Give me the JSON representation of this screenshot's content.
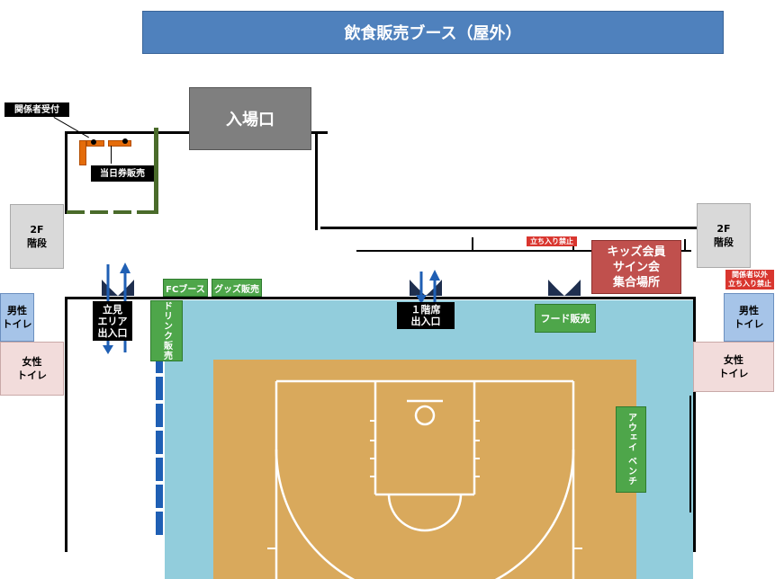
{
  "title": "飲食販売ブース（屋外）",
  "entrance": "入場口",
  "staff_reception": "関係者受付",
  "same_day_tickets": "当日券販売",
  "stairs_left": {
    "line1": "2F",
    "line2": "階段"
  },
  "stairs_right": {
    "line1": "2F",
    "line2": "階段"
  },
  "standing_entrance": {
    "line1": "立見",
    "line2": "エリア",
    "line3": "出入口"
  },
  "first_floor_entrance": {
    "line1": "１階席",
    "line2": "出入口"
  },
  "fc_booth": "FCブース",
  "goods_sale": "グッズ販売",
  "drink_sale": "ドリンク販売",
  "food_sale": "フード販売",
  "away_bench": "アウェイ ベンチ",
  "kids_members": {
    "line1": "キッズ会員",
    "line2": "サイン会",
    "line3": "集合場所"
  },
  "no_entry": "立ち入り禁止",
  "no_entry_except_staff": {
    "line1": "関係者以外",
    "line2": "立ち入り禁止"
  },
  "toilet_male_left": {
    "line1": "男性",
    "line2": "トイレ"
  },
  "toilet_female_left": {
    "line1": "女性",
    "line2": "トイレ"
  },
  "toilet_male_right": {
    "line1": "男性",
    "line2": "トイレ"
  },
  "toilet_female_right": {
    "line1": "女性",
    "line2": "トイレ"
  },
  "colors": {
    "banner": "#4f81bd",
    "court_surround": "#92cddc",
    "court_floor": "#d9a95c",
    "green_booth": "#4ea64a",
    "red_booth": "#c0504d"
  }
}
